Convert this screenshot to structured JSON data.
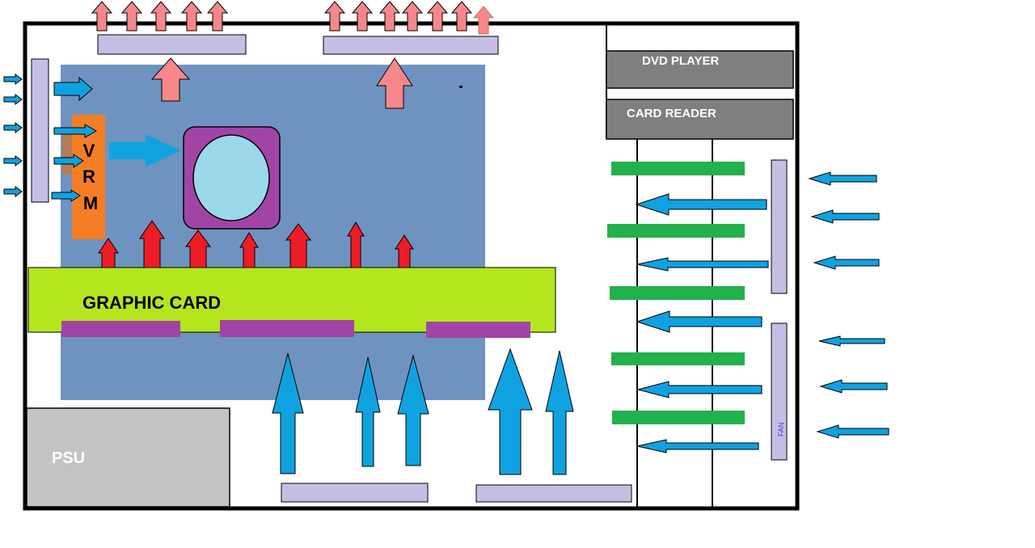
{
  "labels": {
    "dvd_player": "DVD PLAYER",
    "card_reader": "CARD READER",
    "vrm_letters": [
      "V",
      "R",
      "M"
    ],
    "graphic_card": "GRAPHIC CARD",
    "psu": "PSU",
    "fan": "FAN"
  },
  "colors": {
    "case_outline": "#000000",
    "motherboard": "#6f93c0",
    "fan_panel": "#c5bfe6",
    "exhaust_arrow": "#f7878a",
    "hot_arrow": "#ee1c24",
    "cool_arrow": "#10a2e0",
    "vrm": "#f47e24",
    "cpu_socket": "#a244a6",
    "cpu_heatsink": "#9bd8ea",
    "graphic_card": "#b4e61d",
    "gpu_memory": "#a244a6",
    "drive_bay": "#7f7f7f",
    "psu": "#c3c3c3",
    "drive_cage_slot": "#22b14c"
  }
}
